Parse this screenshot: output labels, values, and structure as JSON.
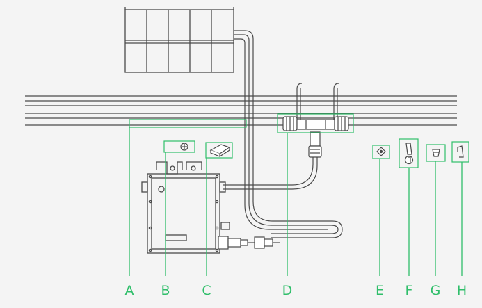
{
  "colors": {
    "background": "#f4f4f4",
    "line": "#4a4a4a",
    "accent": "#2fbe6a"
  },
  "labels": {
    "A": "A",
    "B": "B",
    "C": "C",
    "D": "D",
    "E": "E",
    "F": "F",
    "G": "G",
    "H": "H"
  }
}
